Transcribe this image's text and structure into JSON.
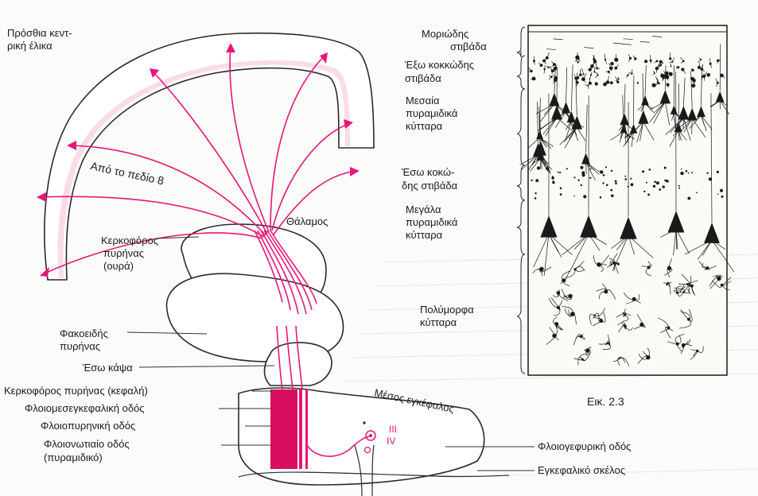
{
  "colors": {
    "fiber": "#e8157a",
    "band": "#f7d2e3",
    "ink": "#1a1a1a",
    "paper": "#fbfbf9"
  },
  "brain": {
    "precentral_gyrus": [
      "Πρόσθια κεντ-",
      "ρική έλικα"
    ],
    "from_area8": "Από το πεδίο 8",
    "thalamus": "Θάλαμος",
    "caudate_tail": [
      "Κερκοφόρος",
      "πυρήνας",
      "(ουρά)"
    ],
    "lentiform": [
      "Φακοειδής",
      "πυρήνας"
    ],
    "internal_capsule": "Έσω κάψα",
    "caudate_head": "Κερκοφόρος πυρήνας (κεφαλή)",
    "corticomesencephalic": "Φλοιομεσεγκεφαλική οδός",
    "corticonuclear": "Φλοιοπυρηνική οδός",
    "corticospinal": [
      "Φλοιονωτιαίο οδός",
      "(πυραμιδικό)"
    ],
    "midbrain": "Μέσος εγκέφαλος",
    "nerve_iii": "III",
    "nerve_iv": "IV",
    "corticopontine": "Φλοιογεφυρική οδός",
    "cerebral_peduncle": "Εγκεφαλικό σκέλος"
  },
  "cortex": {
    "figure": "Εικ. 2.3",
    "layers": [
      [
        "Μοριώδης",
        "στιβάδα"
      ],
      [
        "Έξω κοκκώδης",
        "στιβάδα"
      ],
      [
        "Μεσαία",
        "πυραμιδικά",
        "κύτταρα"
      ],
      [
        "Έσω κοκώ-",
        "δης στιβάδα"
      ],
      [
        "Μεγάλα",
        "πυραμιδικά",
        "κύτταρα"
      ],
      [
        "Πολύμορφα",
        "κύτταρα"
      ]
    ]
  }
}
